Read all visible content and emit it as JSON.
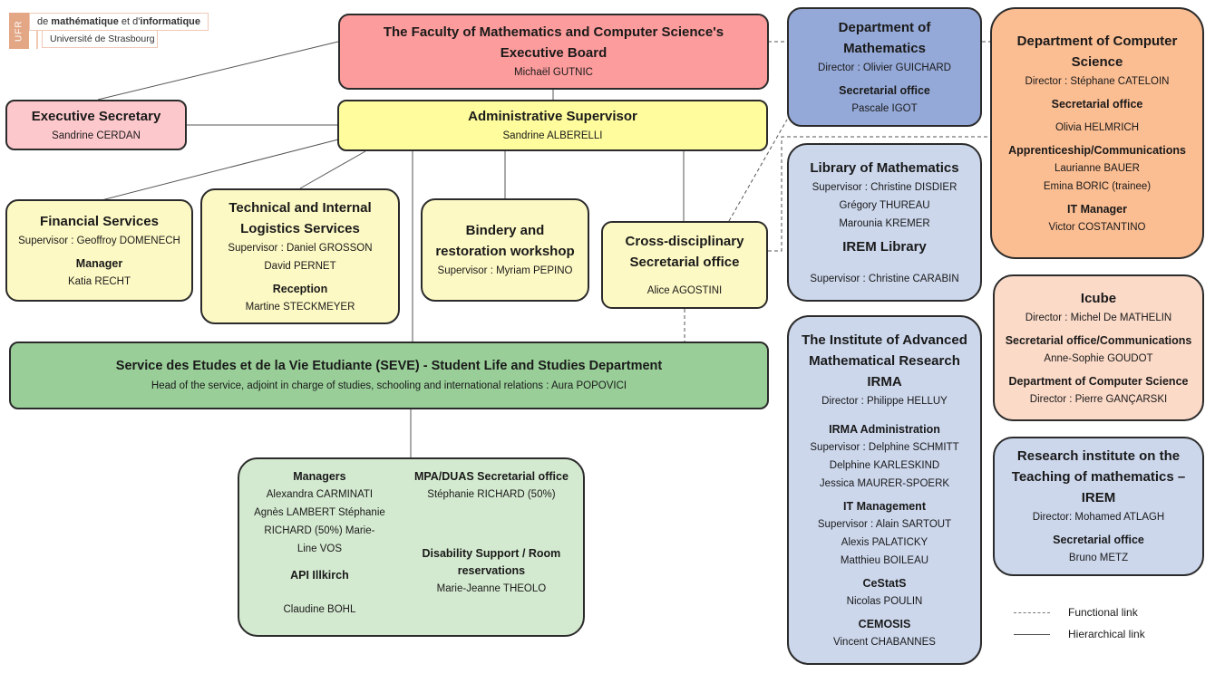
{
  "logo": {
    "badge": "UFR",
    "line1_prefix": "de ",
    "line1_bold1": "mathématique",
    "line1_mid": " et d'",
    "line1_bold2": "informatique",
    "line2": "Université de Strasbourg"
  },
  "executive_board": {
    "title_line1": "The Faculty of Mathematics and Computer Science's",
    "title_line2": "Executive Board",
    "person": "Michaël GUTNIC"
  },
  "executive_secretary": {
    "title": "Executive Secretary",
    "person": "Sandrine CERDAN"
  },
  "administrative_supervisor": {
    "title": "Administrative Supervisor",
    "person": "Sandrine ALBERELLI"
  },
  "financial_services": {
    "title": "Financial Services",
    "supervisor": "Supervisor : Geoffroy DOMENECH",
    "manager_heading": "Manager",
    "manager": "Katia RECHT"
  },
  "technical_logistics": {
    "title_line1": "Technical and Internal",
    "title_line2": "Logistics Services",
    "supervisor": "Supervisor : Daniel GROSSON",
    "staff": "David PERNET",
    "reception_heading": "Reception",
    "reception": "Martine STECKMEYER"
  },
  "bindery": {
    "title_line1": "Bindery and",
    "title_line2": "restoration workshop",
    "supervisor": "Supervisor : Myriam PEPINO"
  },
  "cross_disciplinary": {
    "title_line1": "Cross-disciplinary",
    "title_line2": "Secretarial office",
    "person": "Alice AGOSTINI"
  },
  "seve": {
    "title": "Service des Etudes et de la Vie Etudiante (SEVE) - Student Life and Studies Department",
    "head": "Head of the service, adjoint in charge of studies, schooling and international relations : Aura POPOVICI"
  },
  "seve_staff": {
    "managers_heading": "Managers",
    "managers": [
      "Alexandra CARMINATI",
      "Agnès LAMBERT Stéphanie",
      "RICHARD (50%) Marie-",
      "Line VOS"
    ],
    "api_heading": "API Illkirch",
    "api_person": "Claudine BOHL",
    "mpa_heading": "MPA/DUAS Secretarial office",
    "mpa_person": "Stéphanie RICHARD (50%)",
    "disability_heading_line1": "Disability Support / Room",
    "disability_heading_line2": "reservations",
    "disability_person": "Marie-Jeanne THEOLO"
  },
  "dept_math": {
    "title_line1": "Department of",
    "title_line2": "Mathematics",
    "director": "Director : Olivier GUICHARD",
    "secretariat_heading": "Secretarial office",
    "secretariat": "Pascale IGOT"
  },
  "library_math": {
    "title": "Library of Mathematics",
    "supervisor": "Supervisor :  Christine DISDIER",
    "staff": [
      "Grégory THUREAU",
      "Marounia KREMER"
    ],
    "irem_title": "IREM Library",
    "irem_supervisor": "Supervisor : Christine CARABIN"
  },
  "irma": {
    "title_line1": "The Institute of Advanced",
    "title_line2": "Mathematical Research",
    "title_line3": "IRMA",
    "director": "Director : Philippe HELLUY",
    "admin_heading": "IRMA Administration",
    "admin": [
      "Supervisor :  Delphine SCHMITT",
      "Delphine KARLESKIND",
      "Jessica MAURER-SPOERK"
    ],
    "it_heading": "IT Management",
    "it": [
      "Supervisor : Alain SARTOUT",
      "Alexis PALATICKY",
      "Matthieu BOILEAU"
    ],
    "cestats_heading": "CeStatS",
    "cestats": "Nicolas POULIN",
    "cemosis_heading": "CEMOSIS",
    "cemosis": "Vincent CHABANNES"
  },
  "dept_cs": {
    "title_line1": "Department of Computer",
    "title_line2": "Science",
    "director": "Director  : Stéphane CATELOIN",
    "secretariat_heading": "Secretarial office",
    "secretariat": "Olivia HELMRICH",
    "apprentice_heading": "Apprenticeship/Communications",
    "apprentice": [
      "Laurianne BAUER",
      "Emina BORIC (trainee)"
    ],
    "it_heading": "IT Manager",
    "it": "Victor COSTANTINO"
  },
  "icube": {
    "title": "Icube",
    "director": "Director : Michel De MATHELIN",
    "secretariat_heading": "Secretarial office/Communications",
    "secretariat": "Anne-Sophie GOUDOT",
    "dept_heading": "Department of Computer Science",
    "dept_director": "Director :  Pierre GANÇARSKI"
  },
  "irem": {
    "title_line1": "Research institute on the",
    "title_line2": "Teaching of mathematics –",
    "title_line3": "IREM",
    "director": "Director: Mohamed ATLAGH",
    "secretariat_heading": "Secretarial office",
    "secretariat": "Bruno METZ"
  },
  "legend": {
    "functional": "Functional link",
    "hierarchical": "Hierarchical link"
  },
  "colors": {
    "executive": "#fd9c9c",
    "secretary": "#fdc8cc",
    "supervisor": "#fefc9c",
    "services": "#fdf9c4",
    "math_dept": "#95a9d8",
    "math_units": "#ccd7ec",
    "cs_dept": "#fbbd92",
    "icube": "#fcdac8",
    "seve": "#99ce98",
    "seve_staff": "#d4ead0"
  }
}
